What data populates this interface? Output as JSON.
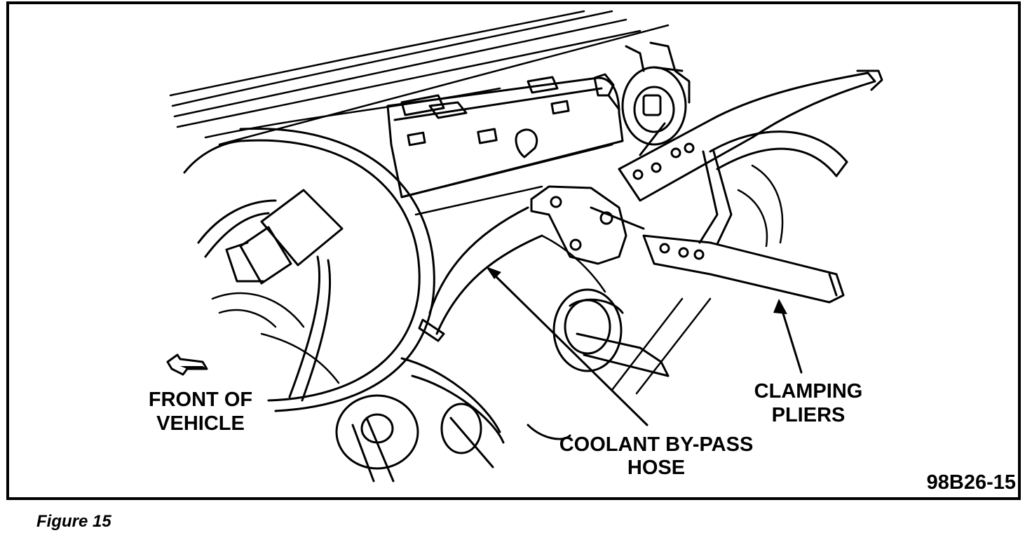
{
  "figure": {
    "labels": {
      "front_of_vehicle_line1": "FRONT OF",
      "front_of_vehicle_line2": "VEHICLE",
      "coolant_hose_line1": "COOLANT BY-PASS",
      "coolant_hose_line2": "HOSE",
      "clamping_pliers_line1": "CLAMPING",
      "clamping_pliers_line2": "PLIERS",
      "figure_code": "98B26-15"
    },
    "caption": "Figure 15"
  },
  "colors": {
    "line": "#000000",
    "background": "#ffffff"
  },
  "icons": {
    "front_indicator": "arrow-left-icon"
  }
}
